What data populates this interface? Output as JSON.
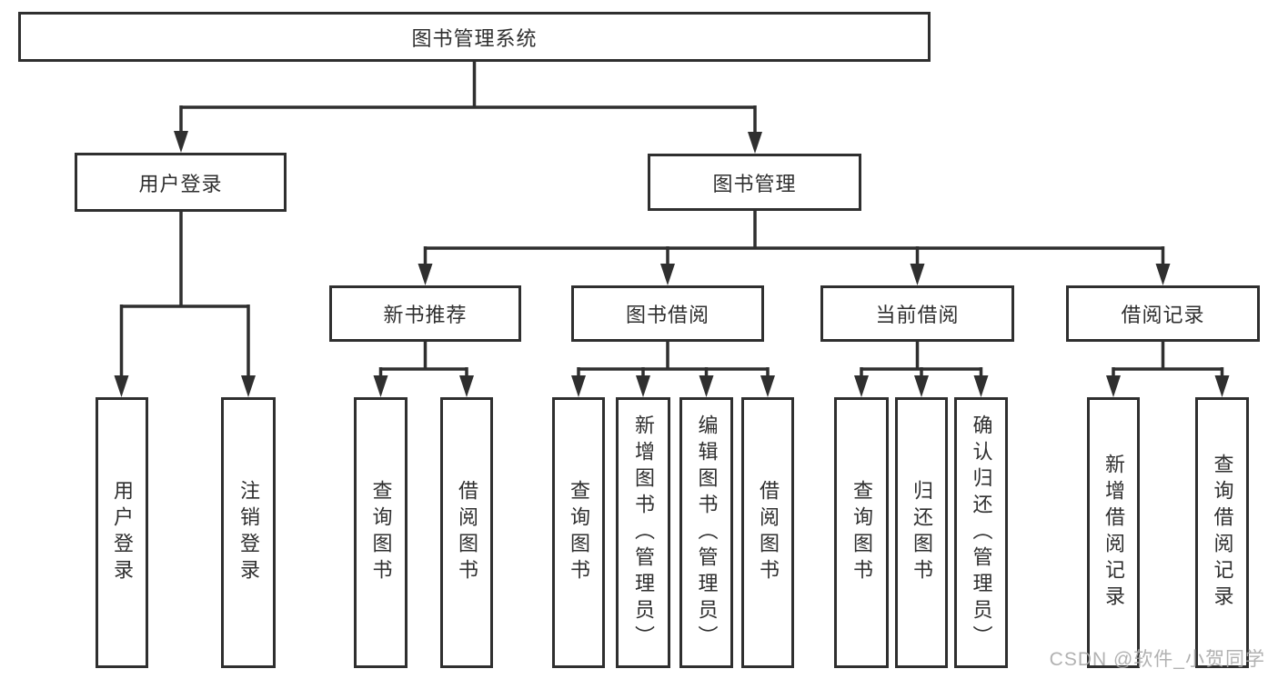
{
  "diagram": {
    "type": "tree",
    "root": "图书管理系统",
    "user_branch": {
      "label": "用户登录",
      "children": [
        "用户登录",
        "注销登录"
      ]
    },
    "mgmt_branch": {
      "label": "图书管理",
      "groups": [
        {
          "label": "新书推荐",
          "children": [
            "查询图书",
            "借阅图书"
          ]
        },
        {
          "label": "图书借阅",
          "children": [
            "查询图书",
            "新增图书（管理员）",
            "编辑图书（管理员）",
            "借阅图书"
          ]
        },
        {
          "label": "当前借阅",
          "children": [
            "查询图书",
            "归还图书",
            "确认归还（管理员）"
          ]
        },
        {
          "label": "借阅记录",
          "children": [
            "新增借阅记录",
            "查询借阅记录"
          ]
        }
      ]
    },
    "watermark": "CSDN @软件_小贺同学",
    "colors": {
      "line": "#2f2f2f",
      "box_border": "#2f2f2f",
      "text": "#2f2f2f",
      "watermark": "#a8a8a8",
      "background": "#ffffff"
    }
  }
}
